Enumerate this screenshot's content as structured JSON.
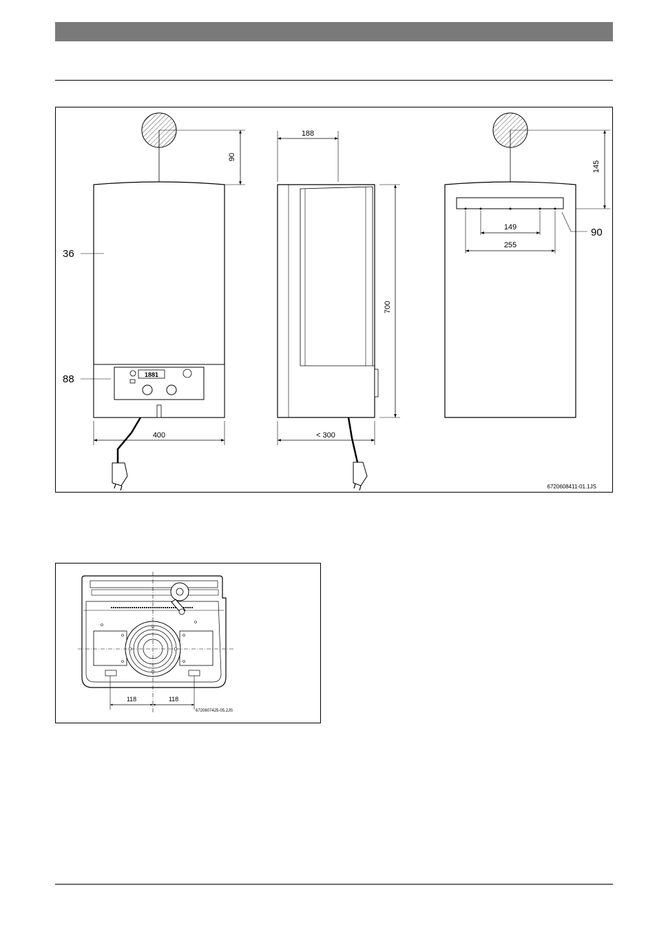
{
  "figure_main": {
    "callouts": {
      "casing": "36",
      "control_panel": "88",
      "wall_rail": "90"
    },
    "front_view": {
      "clearance_top": "90",
      "width": "400"
    },
    "side_view": {
      "depth_top": "188",
      "height": "700",
      "depth_bottom": "< 300"
    },
    "rear_view": {
      "clearance_top": "145",
      "hole_spacing_inner": "149",
      "hole_spacing_outer": "255"
    },
    "display_text": "1881",
    "reference": "6720608411-01.1JS"
  },
  "figure_bottom": {
    "dim_left": "118",
    "dim_right": "118",
    "reference": "6720607425-05.2JS"
  },
  "colors": {
    "header_bar": "#7a7a7a",
    "hatch": "#555555",
    "line": "#000000"
  }
}
